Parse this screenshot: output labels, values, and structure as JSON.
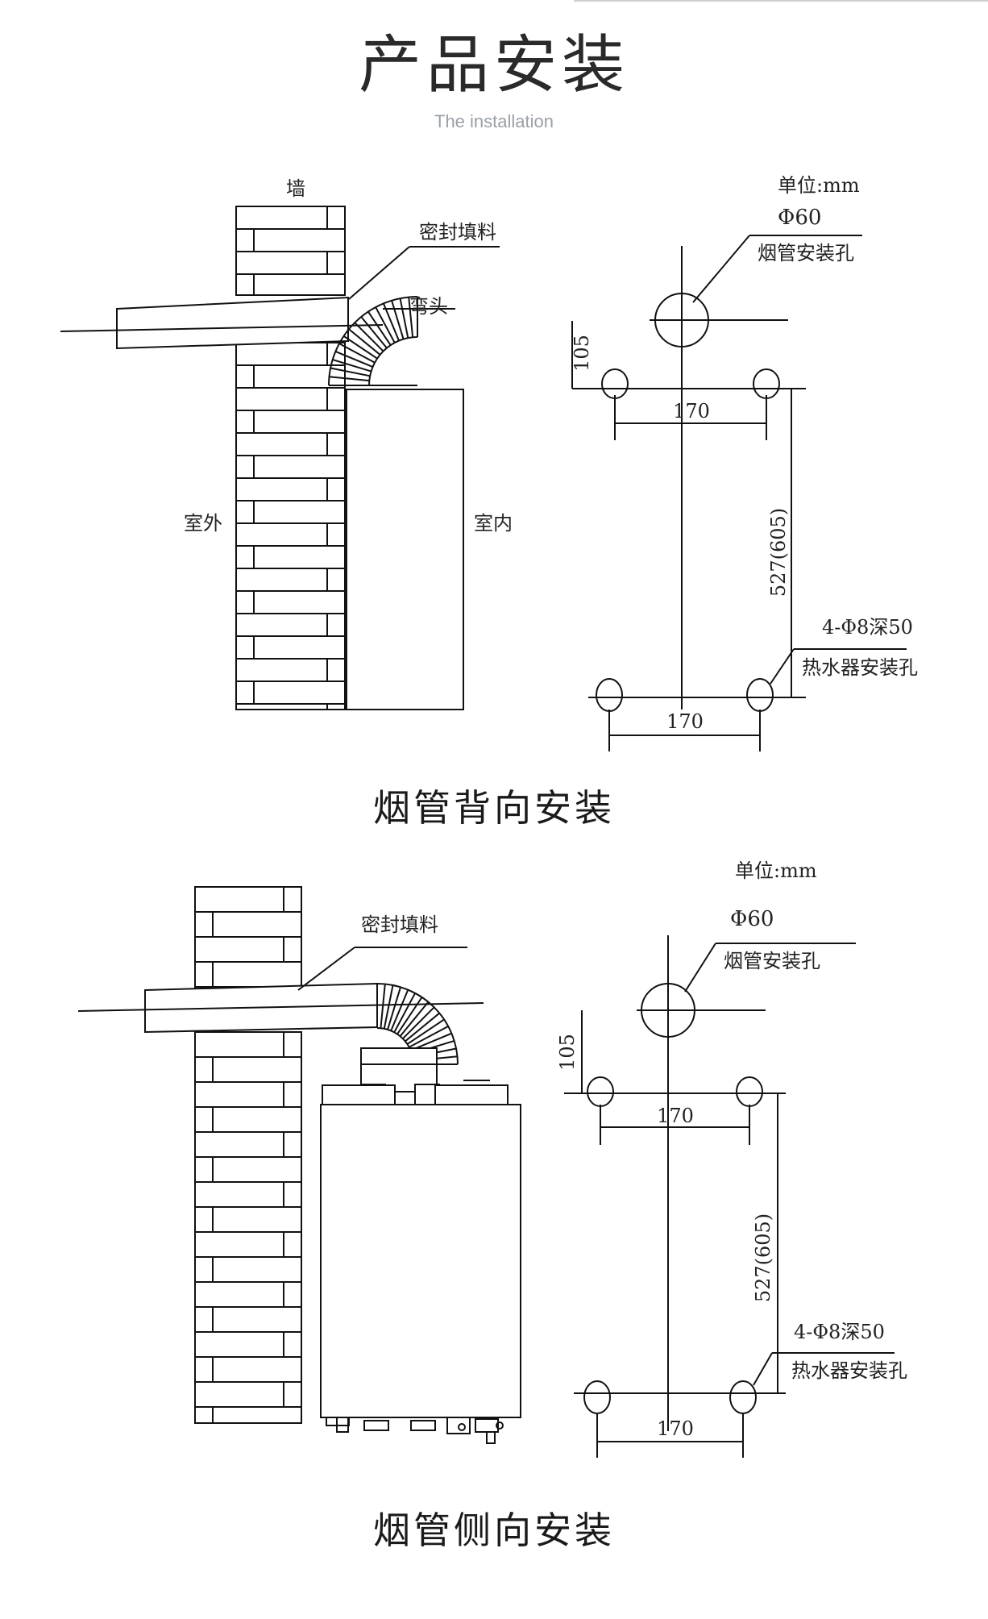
{
  "header": {
    "title": "产品安装",
    "subtitle": "The installation"
  },
  "diagram_back": {
    "caption": "烟管背向安装",
    "wall_label": "墙",
    "seal_label": "密封填料",
    "elbow_label": "弯头",
    "outdoor_label": "室外",
    "indoor_label": "室内",
    "unit": "单位:mm",
    "hole_diameter": "Φ60",
    "flue_hole_label": "烟管安装孔",
    "dim_105": "105",
    "dim_170_top": "170",
    "dim_527": "527(605)",
    "bolt_spec": "4-Φ8深50",
    "heater_hole_label": "热水器安装孔",
    "dim_170_bottom": "170"
  },
  "diagram_side": {
    "caption": "烟管侧向安装",
    "seal_label": "密封填料",
    "unit": "单位:mm",
    "hole_diameter": "Φ60",
    "flue_hole_label": "烟管安装孔",
    "dim_105": "105",
    "dim_170_top": "170",
    "dim_527": "527(605)",
    "bolt_spec": "4-Φ8深50",
    "heater_hole_label": "热水器安装孔",
    "dim_170_bottom": "170"
  }
}
